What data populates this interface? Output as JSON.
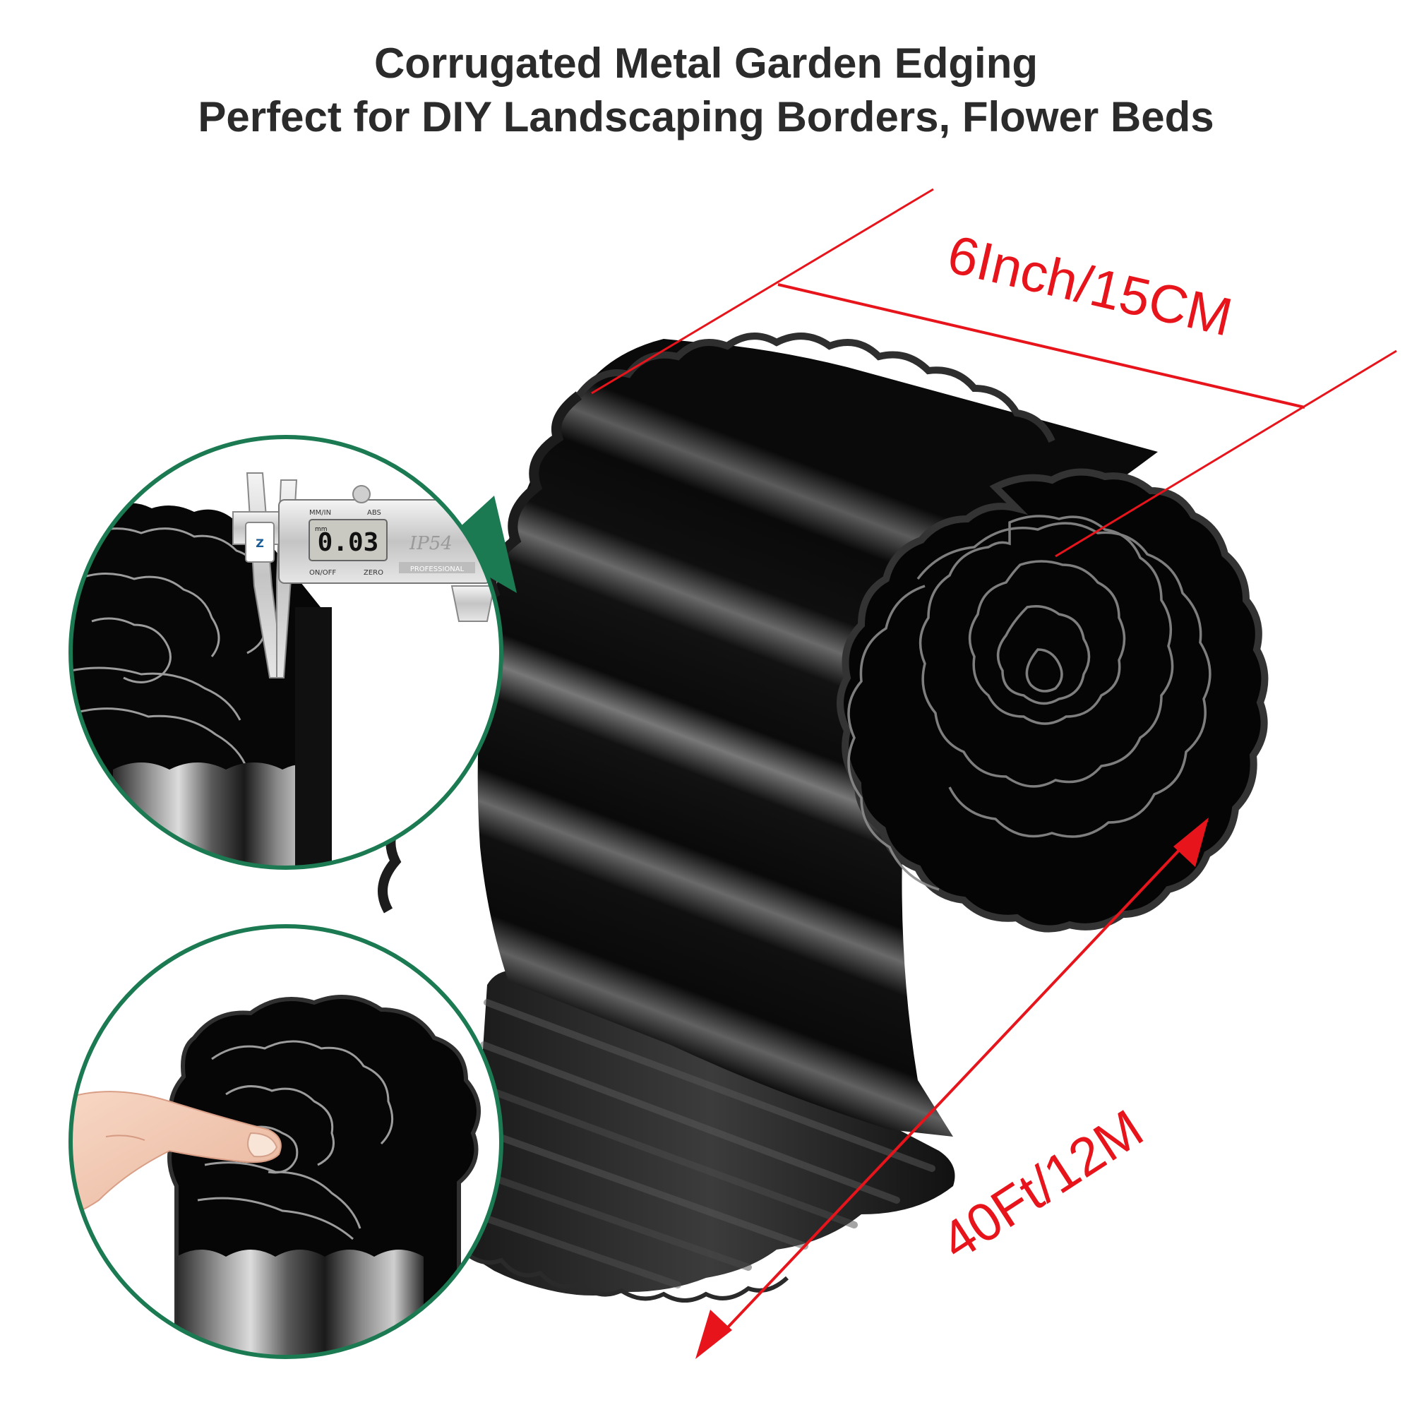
{
  "headline": {
    "line1": "Corrugated Metal Garden Edging",
    "line2": "Perfect for DIY Landscaping Borders, Flower Beds"
  },
  "dimensions": {
    "height_label": "6Inch/15CM",
    "length_label": "40Ft/12M"
  },
  "caliper": {
    "reading": "0.03",
    "unit": "mm",
    "mode_label": "MM/IN",
    "abs_label": "ABS",
    "on_off_label": "ON/OFF",
    "zero_label": "ZERO",
    "rating": "IP54",
    "model": "PROFESSIONAL"
  },
  "colors": {
    "annotation": "#e8141b",
    "title": "#2b2b2b",
    "inset_border": "#1b7a52",
    "metal": "#0a0a0a",
    "metal_highlight": "#6d6d6d"
  },
  "icons": {
    "caliper": "digital-caliper",
    "finger": "pointing-finger"
  }
}
